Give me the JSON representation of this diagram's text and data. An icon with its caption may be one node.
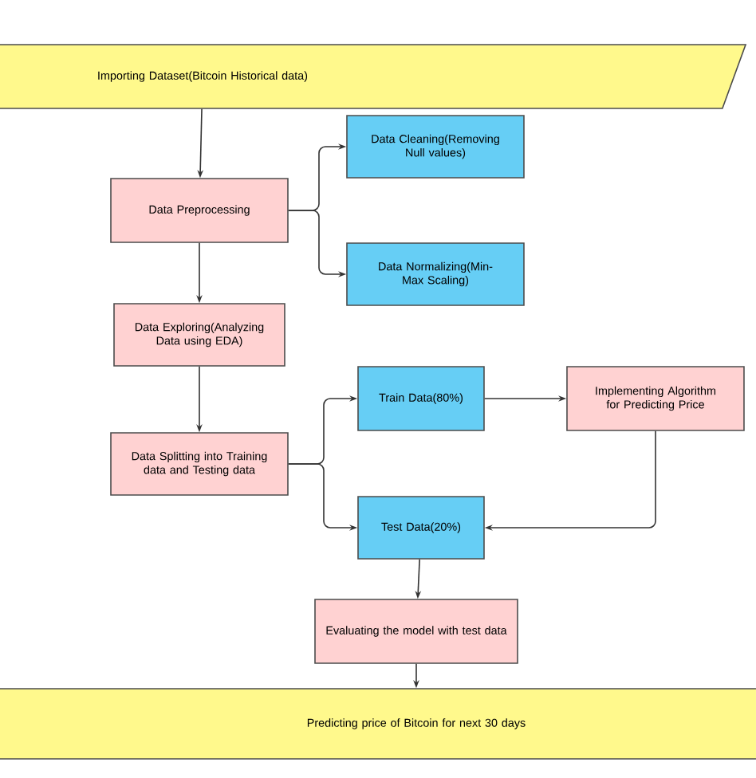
{
  "diagram": {
    "nodes": [
      {
        "text": [
          "Importing Dataset(Bitcoin Historical data)"
        ]
      },
      {
        "text": [
          "Data Preprocessing"
        ]
      },
      {
        "text": [
          "Data Cleaning(Removing Null values)"
        ]
      },
      {
        "text": [
          "Data Normalizing(Min-Max Scaling)"
        ]
      },
      {
        "text": [
          "Data Exploring(Analyzing Data using EDA)"
        ]
      },
      {
        "text": [
          "Data Splitting into Training data and Testing data"
        ]
      },
      {
        "text": [
          "Train Data(80%)"
        ]
      },
      {
        "text": [
          "Implementing Algorithm for Predicting Price"
        ]
      },
      {
        "text": [
          "Test Data(20%)"
        ]
      },
      {
        "text": [
          "Evaluating the model with test data"
        ]
      },
      {
        "text": [
          "Predicting price of Bitcoin for next 30 days"
        ]
      }
    ],
    "edges": [
      {
        "from": 0,
        "to": 1,
        "arrow": "to"
      },
      {
        "from": 1,
        "to": 2,
        "arrow": "to"
      },
      {
        "from": 1,
        "to": 3,
        "arrow": "to"
      },
      {
        "from": 1,
        "to": 4,
        "arrow": "to"
      },
      {
        "from": 4,
        "to": 5,
        "arrow": "to"
      },
      {
        "from": 5,
        "to": 6,
        "arrow": "to"
      },
      {
        "from": 5,
        "to": 8,
        "arrow": "to"
      },
      {
        "from": 6,
        "to": 7,
        "arrow": "to"
      },
      {
        "from": 7,
        "to": 8,
        "arrow": "to"
      },
      {
        "from": 8,
        "to": 9,
        "arrow": "to"
      },
      {
        "from": 9,
        "to": 10,
        "arrow": "to"
      }
    ]
  }
}
